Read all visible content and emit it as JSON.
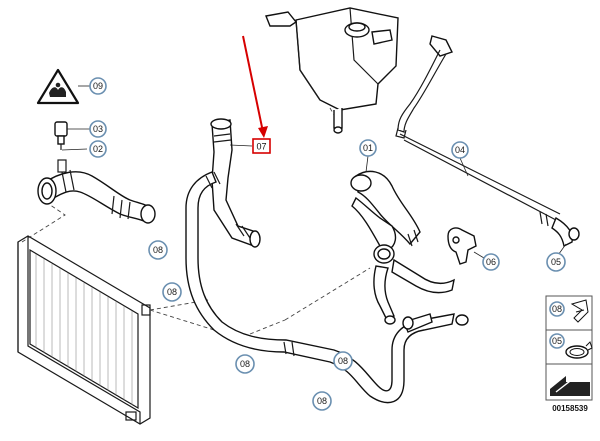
{
  "callouts": {
    "c01": "01",
    "c02": "02",
    "c03": "03",
    "c04": "04",
    "c05": "05",
    "c06": "06",
    "c07": "07",
    "c08a": "08",
    "c08b": "08",
    "c08c": "08",
    "c08d": "08",
    "c08e": "08",
    "c09": "09"
  },
  "legend_panel": {
    "item_top": "08",
    "item_bottom": "05"
  },
  "document_number": "00158539",
  "colors": {
    "callout_ring": "#6a8fb0",
    "highlight": "#d60000",
    "line": "#111111"
  }
}
